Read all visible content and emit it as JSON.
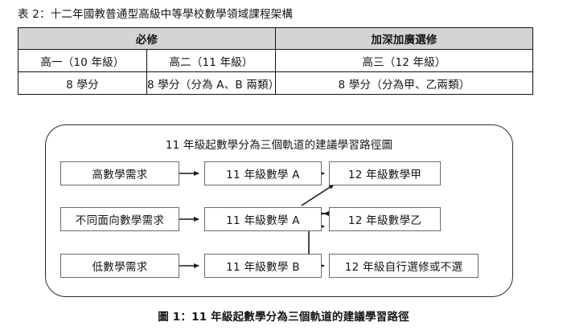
{
  "table": {
    "caption": "表 2：十二年國教普通型高級中等學校數學領域課程架構",
    "headers": [
      "必修",
      "加深加廣選修"
    ],
    "rows": [
      [
        "高一（10 年級）",
        "高二（11 年級）",
        "高三（12 年級）"
      ],
      [
        "8 學分",
        "8 學分（分為 A、B 兩類）",
        "8 學分（分為甲、乙兩類）"
      ]
    ]
  },
  "diagram": {
    "title": "11 年級起數學分為三個軌道的建議學習路徑圖",
    "nodes": {
      "row1": {
        "need": "高數學需求",
        "grade11": "11 年級數學 A",
        "grade12": "12 年級數學甲"
      },
      "row2": {
        "need": "不同面向數學需求",
        "grade11": "11 年級數學 A",
        "grade12": "12 年級數學乙"
      },
      "row3": {
        "need": "低數學需求",
        "grade11": "11 年級數學 B",
        "grade12": "12 年級自行選修或不選"
      }
    }
  },
  "figure": {
    "caption": "圖 1：11 年級起數學分為三個軌道的建議學習路徑"
  },
  "colors": {
    "header_fill": "#d4d4d4",
    "table_border": "#111111",
    "node_border": "#6b6b6b",
    "container_border": "#2b2b2b",
    "text": "#141414"
  }
}
